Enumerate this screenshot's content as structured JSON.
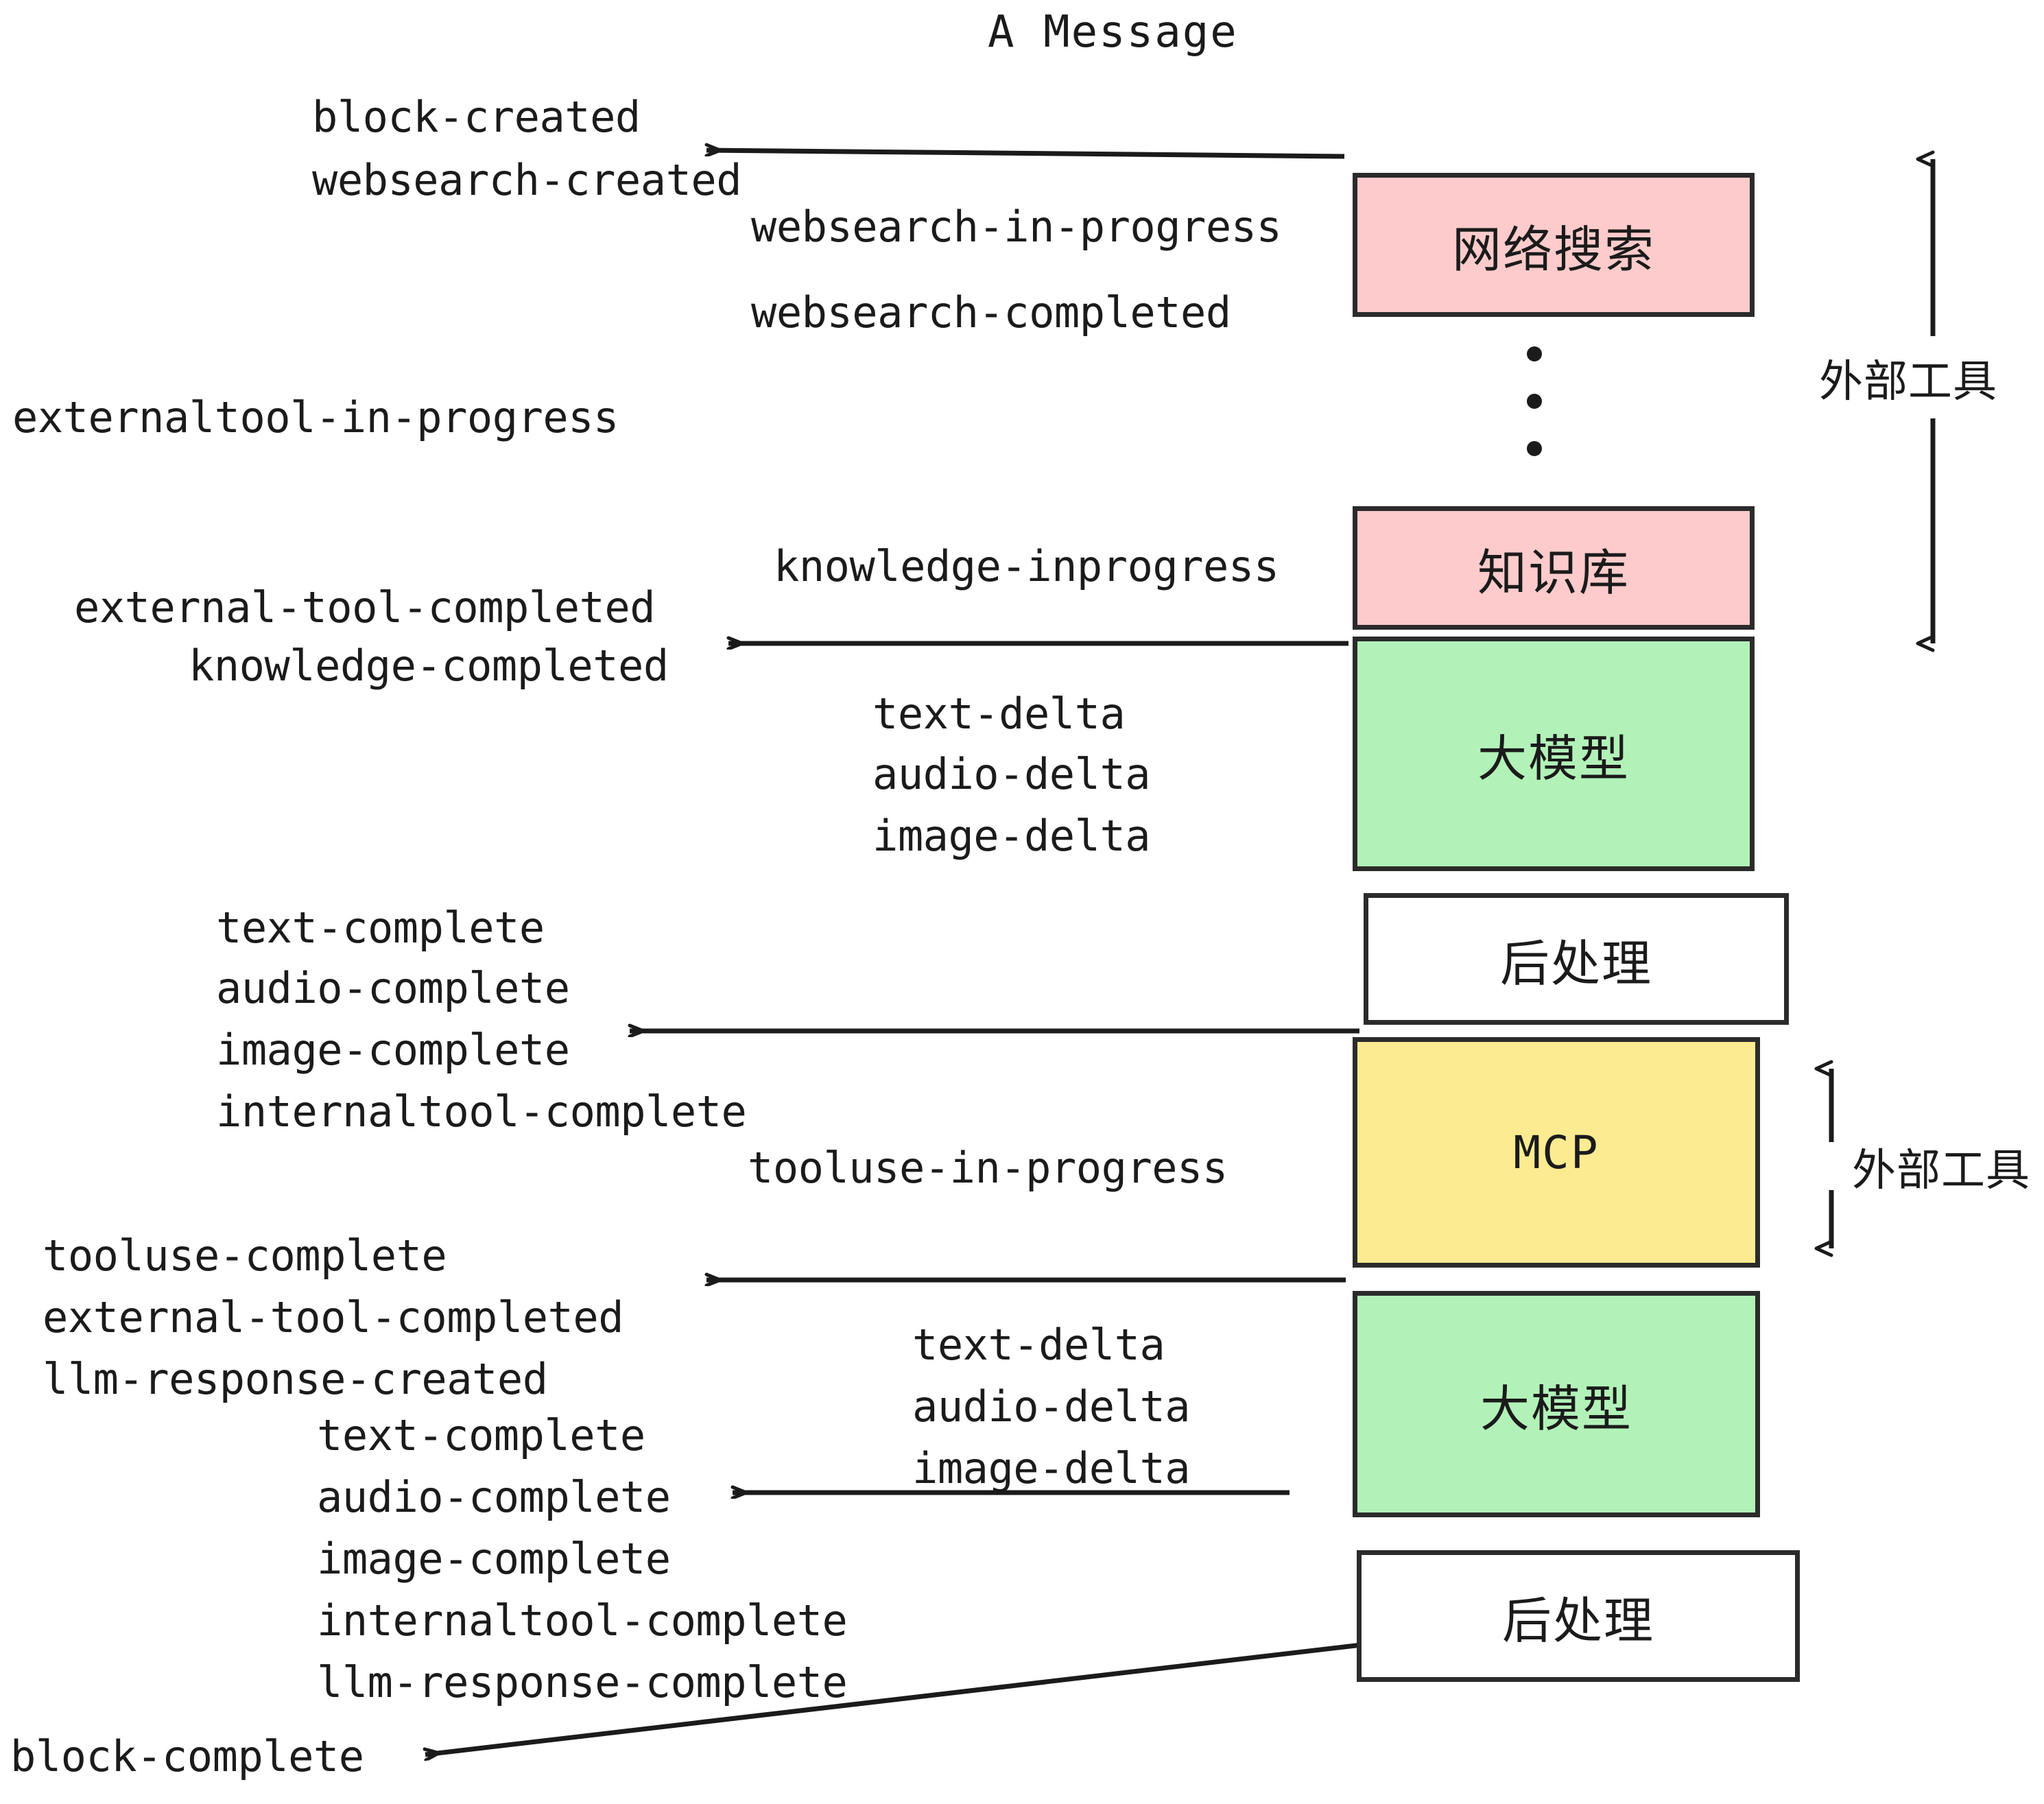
{
  "title": "A Message",
  "colors": {
    "pink": "#FDCBCB",
    "green": "#B2F2B8",
    "yellow": "#FCEB91",
    "white": "#FFFFFF",
    "stroke": "#2b2b2b",
    "text": "#1b1b1b",
    "background": "#FFFFFF"
  },
  "boxes": [
    {
      "id": "websearch",
      "label": "网络搜索",
      "fill": "pink"
    },
    {
      "id": "knowledge",
      "label": "知识库",
      "fill": "pink"
    },
    {
      "id": "llm-1",
      "label": "大模型",
      "fill": "green"
    },
    {
      "id": "postprocess-1",
      "label": "后处理",
      "fill": "white"
    },
    {
      "id": "mcp",
      "label": "MCP",
      "fill": "yellow"
    },
    {
      "id": "llm-2",
      "label": "大模型",
      "fill": "green"
    },
    {
      "id": "postprocess-2",
      "label": "后处理",
      "fill": "white"
    }
  ],
  "side_annotations": [
    {
      "id": "external-tool-upper",
      "label": "外部工具"
    },
    {
      "id": "external-tool-lower",
      "label": "外部工具"
    }
  ],
  "events": {
    "block_created": "block-created",
    "websearch_created": "websearch-created",
    "websearch_in_progress": "websearch-in-progress",
    "websearch_completed": "websearch-completed",
    "externaltool_in_progress": "externaltool-in-progress",
    "knowledge_inprogress": "knowledge-inprogress",
    "external_tool_completed_1": "external-tool-completed",
    "knowledge_completed": "knowledge-completed",
    "text_delta_1": "text-delta",
    "audio_delta_1": "audio-delta",
    "image_delta_1": "image-delta",
    "text_complete_1": "text-complete",
    "audio_complete_1": "audio-complete",
    "image_complete_1": "image-complete",
    "internaltool_complete_1": "internaltool-complete",
    "tooluse_in_progress": "tooluse-in-progress",
    "tooluse_complete": "tooluse-complete",
    "external_tool_completed_2": "external-tool-completed",
    "llm_response_created": "llm-response-created",
    "text_delta_2": "text-delta",
    "audio_delta_2": "audio-delta",
    "image_delta_2": "image-delta",
    "text_complete_2": "text-complete",
    "audio_complete_2": "audio-complete",
    "image_complete_2": "image-complete",
    "internaltool_complete_2": "internaltool-complete",
    "llm_response_complete": "llm-response-complete",
    "block_complete": "block-complete"
  }
}
